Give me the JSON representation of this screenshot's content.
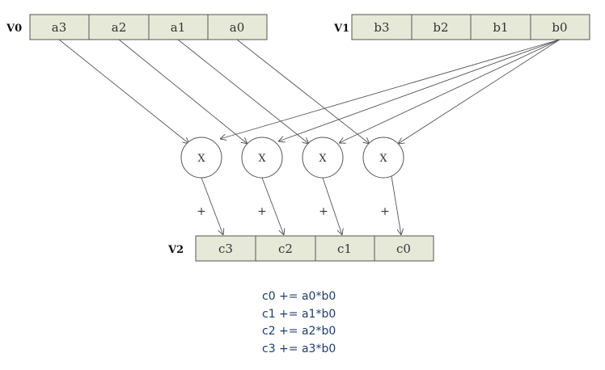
{
  "registers": {
    "v0": {
      "label": "V0",
      "cells": [
        "a3",
        "a2",
        "a1",
        "a0"
      ]
    },
    "v1": {
      "label": "V1",
      "cells": [
        "b3",
        "b2",
        "b1",
        "b0"
      ]
    },
    "v2": {
      "label": "V2",
      "cells": [
        "c3",
        "c2",
        "c1",
        "c0"
      ]
    }
  },
  "multipliers": [
    "X",
    "X",
    "X",
    "X"
  ],
  "plus_signs": [
    "+",
    "+",
    "+",
    "+"
  ],
  "formulas": [
    "c0 += a0*b0",
    "c1 += a1*b0",
    "c2 += a2*b0",
    "c3 += a3*b0"
  ],
  "colors": {
    "cell_fill": "#e6e9d8",
    "stroke": "#555555",
    "formula_text": "#1f3d6b"
  }
}
